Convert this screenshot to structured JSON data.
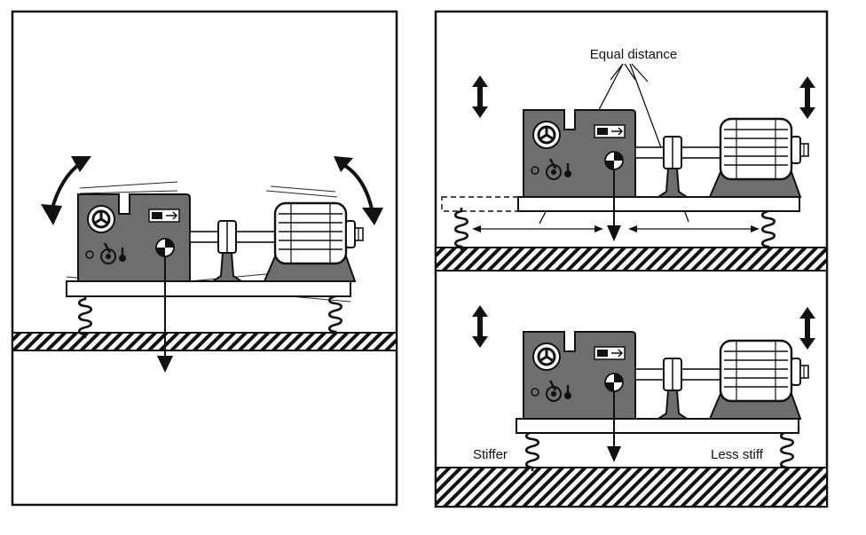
{
  "labels": {
    "equal_distance": "Equal distance",
    "stiffer": "Stiffer",
    "less_stiff": "Less stiff"
  },
  "colors": {
    "ink": "#111111",
    "machine_fill": "#6e6e6e",
    "paper": "#ffffff"
  },
  "icons": {
    "center_of_gravity": "center-of-gravity-icon",
    "spring": "spring-icon",
    "rocking_arrow": "curved-double-arrow-icon",
    "vertical_arrow": "vertical-double-arrow-icon"
  }
}
